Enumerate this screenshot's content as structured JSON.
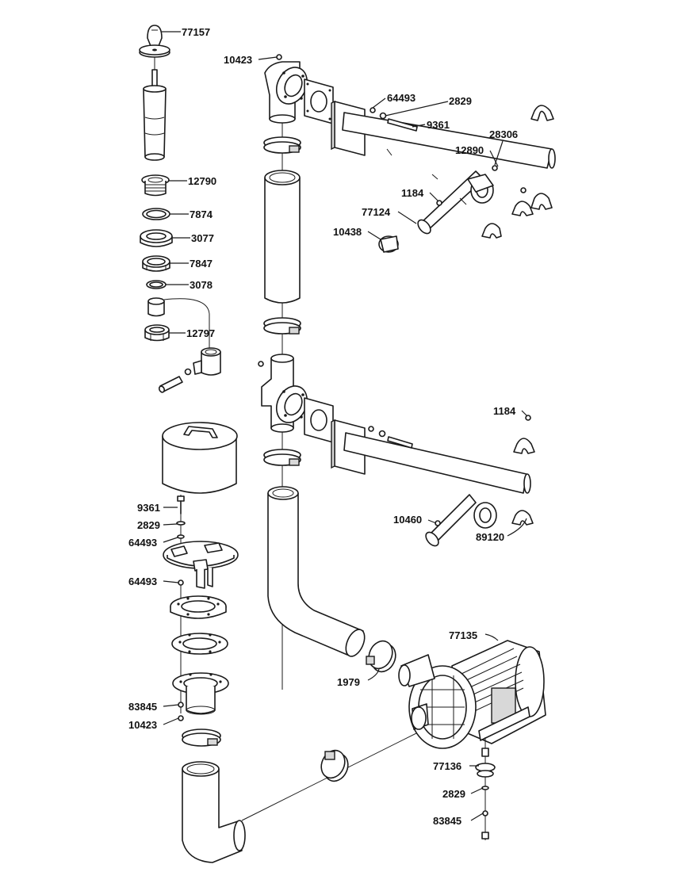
{
  "callouts": {
    "left_column": {
      "c77157": "77157",
      "c12790": "12790",
      "c7874": "7874",
      "c3077": "3077",
      "c7847": "7847",
      "c3078": "3078",
      "c12797": "12797",
      "c9361": "9361",
      "c2829": "2829",
      "c64493a": "64493",
      "c64493b": "64493",
      "c83845": "83845",
      "c10423": "10423"
    },
    "upper_manifold": {
      "c10423": "10423",
      "c64493": "64493",
      "c2829": "2829",
      "c9361": "9361",
      "c28306": "28306",
      "c12890": "12890",
      "c1184": "1184",
      "c77124": "77124",
      "c10438": "10438"
    },
    "lower_manifold": {
      "c1184": "1184",
      "c10460": "10460",
      "c89120": "89120"
    },
    "pump": {
      "c77135": "77135",
      "c1979": "1979",
      "c77136": "77136",
      "c2829": "2829",
      "c83845": "83845"
    }
  }
}
